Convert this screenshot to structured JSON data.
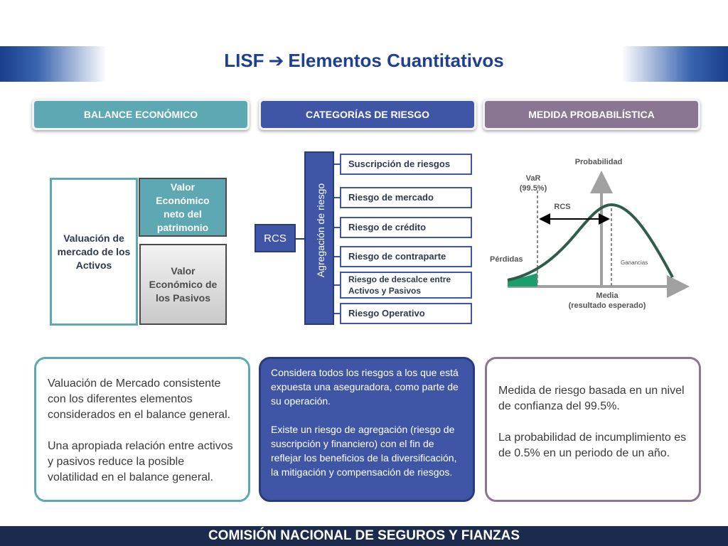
{
  "title": {
    "left": "LISF",
    "arrow": "➔",
    "right": "Elementos Cuantitativos"
  },
  "headers": [
    {
      "label": "BALANCE ECONÓMICO",
      "color": "#5ea8b3"
    },
    {
      "label": "CATEGORÍAS DE RIESGO",
      "color": "#3f56a7"
    },
    {
      "label": "MEDIDA PROBABILÍSTICA",
      "color": "#8a7693"
    }
  ],
  "balance": {
    "activos": "Valuación de mercado de los Activos",
    "patrimonio": "Valor Económico neto del patrimonio",
    "pasivos": "Valor Económico de los Pasivos"
  },
  "risk": {
    "rcs": "RCS",
    "aggregation": "Agregación de riesgo",
    "items": [
      "Suscripción de riesgos",
      "Riesgo de mercado",
      "Riesgo de crédito",
      "Riesgo de contraparte",
      "Riesgo de descalce entre Activos y Pasivos",
      "Riesgo Operativo"
    ]
  },
  "prob_chart": {
    "y_label": "Probabilidad",
    "var_label": "VaR",
    "var_pct": "(99.5%)",
    "rcs_label": "RCS",
    "loss_label": "Pérdidas",
    "gain_label": "Ganancias",
    "mean_label": "Media",
    "mean_sub": "(resultado esperado)",
    "tail_color": "#1a9e6b",
    "curve_color": "#2f5d4a"
  },
  "descriptions": {
    "left": [
      "Valuación de Mercado consistente con los diferentes elementos considerados en el balance general.",
      "Una apropiada relación entre activos y pasivos reduce la posible volatilidad en el balance general."
    ],
    "mid": [
      "Considera todos los riesgos a los que está expuesta una aseguradora, como parte de su operación.",
      "Existe un riesgo de agregación (riesgo de suscripción y financiero) con el fin de reflejar los beneficios de la diversificación, la mitigación y compensación de riesgos."
    ],
    "right": [
      "Medida de riesgo basada en un nivel de confianza del 99.5%.",
      "La probabilidad de incumplimiento es de  0.5%  en un periodo de un año."
    ]
  },
  "footer": "COMISIÓN NACIONAL DE SEGUROS Y FIANZAS"
}
